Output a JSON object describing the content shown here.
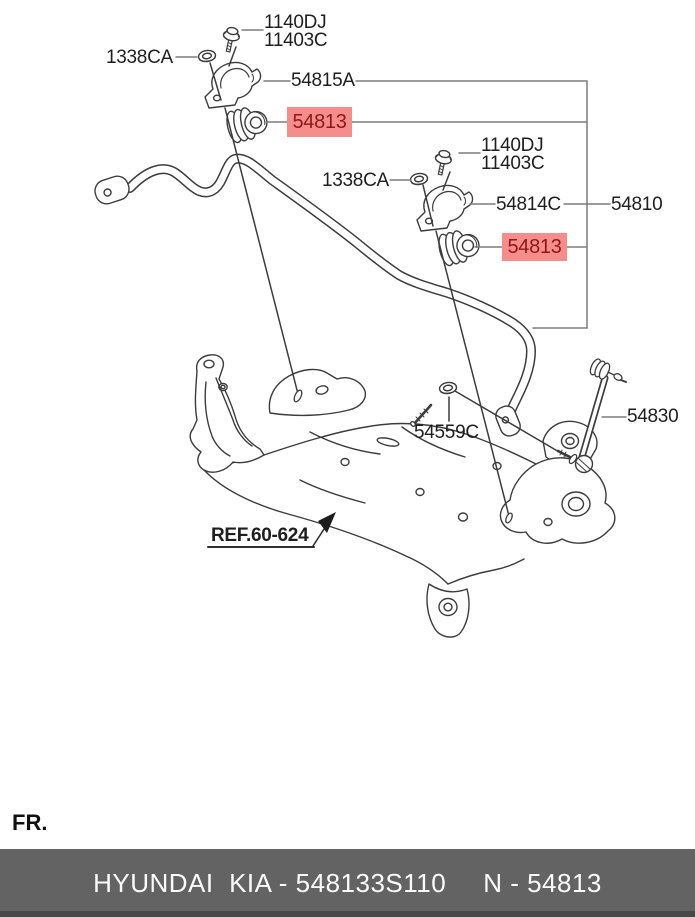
{
  "diagram": {
    "labels": [
      {
        "id": "1140DJ-1",
        "text": "1140DJ"
      },
      {
        "id": "11403C-1",
        "text": "11403C"
      },
      {
        "id": "1338CA-1",
        "text": "1338CA"
      },
      {
        "id": "54815A",
        "text": "54815A"
      },
      {
        "id": "54813-1",
        "text": "54813",
        "highlighted": true
      },
      {
        "id": "1140DJ-2",
        "text": "1140DJ"
      },
      {
        "id": "11403C-2",
        "text": "11403C"
      },
      {
        "id": "1338CA-2",
        "text": "1338CA"
      },
      {
        "id": "54814C",
        "text": "54814C"
      },
      {
        "id": "54810",
        "text": "54810"
      },
      {
        "id": "54813-2",
        "text": "54813",
        "highlighted": true
      },
      {
        "id": "54830",
        "text": "54830"
      },
      {
        "id": "54559C",
        "text": "54559C"
      },
      {
        "id": "REF",
        "text": "REF.60-624"
      }
    ],
    "fr_label": "FR.",
    "icons": {
      "fr_arrow": "front-direction-arrow",
      "ref_arrow": "ref-pointer-arrowhead",
      "parts": [
        "flange-bolt-icon",
        "flange-nut-icon",
        "stabilizer-bracket-icon",
        "stabilizer-bushing-icon",
        "stabilizer-bar-icon",
        "stabilizer-link-icon",
        "crossmember-icon"
      ]
    }
  },
  "footer": {
    "left_text": "HYUNDAI  KIA - 548133S110",
    "right_text": "N - 54813"
  },
  "colors": {
    "highlight_bg": "#f58d8d",
    "highlight_text": "#8f1717",
    "footer_bg": "#636363",
    "footer_strip": "#484848",
    "line_art": "#3c3c3c",
    "leader_line": "#7d7d7d"
  }
}
